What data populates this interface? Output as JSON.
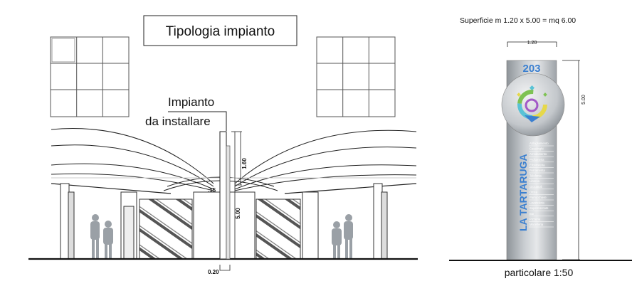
{
  "title": "Tipologia impianto",
  "callout": {
    "line1": "Impianto",
    "line2": "da installare"
  },
  "elevation_dims": {
    "top_height": "1.60",
    "total_height": "5.00",
    "offset": ".15",
    "base_width": "0.20"
  },
  "surface": "Superficie   m 1.20 x 5.00 = mq 6.00",
  "totem": {
    "width_dim": "1.20",
    "height_dim": "5.00",
    "number": "203",
    "brand": "LA TARTARUGA",
    "items": [
      "Abbigliamento",
      "Casalinghi",
      "Arredamento",
      "Profumeria",
      "Erboristeria",
      "Ferramenta",
      "Telefonia",
      "Libreria",
      "Giocattoli",
      "Ottica",
      "Parrucchiere",
      "Lavanderia",
      "Supermercato",
      "Bar",
      "Pizzeria",
      "Macelleria"
    ]
  },
  "scale_caption": "particolare 1:50",
  "colors": {
    "totem_blue": "#3a7fd0",
    "figure_grey": "#9aa0a6"
  }
}
